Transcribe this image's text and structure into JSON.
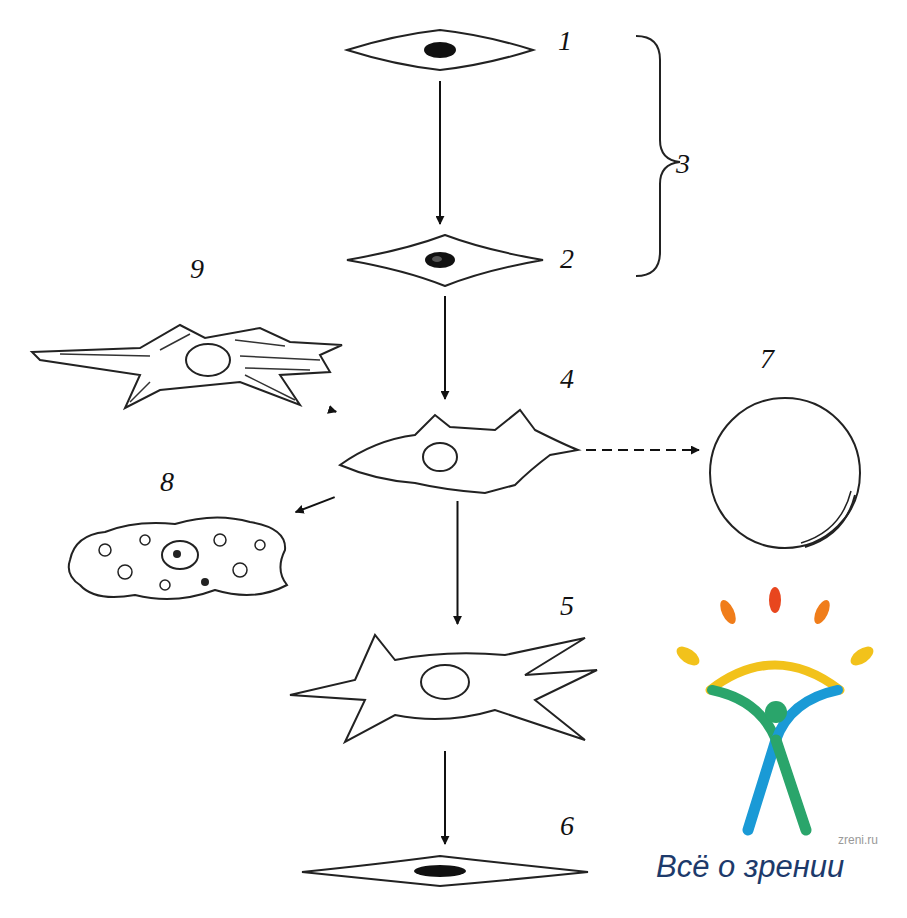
{
  "diagram": {
    "nodes": [
      {
        "text": [
          "1"
        ]
      },
      {
        "text": [
          "2"
        ]
      },
      {
        "text": [
          "9"
        ]
      },
      {
        "text": [
          "4"
        ]
      },
      {
        "text": [
          "7"
        ]
      },
      {
        "text": [
          "8"
        ]
      },
      {
        "text": [
          "5"
        ]
      },
      {
        "text": [
          "6"
        ]
      }
    ],
    "edges": [
      {
        "from": 0,
        "to": 1,
        "arrow": "to"
      },
      {
        "from": 1,
        "to": 3,
        "arrow": "to"
      },
      {
        "from": 3,
        "to": 2,
        "arrow": "to"
      },
      {
        "from": 3,
        "to": 5,
        "arrow": "to"
      },
      {
        "from": 3,
        "to": 4,
        "arrow": "to"
      },
      {
        "from": 3,
        "to": 6,
        "arrow": "to"
      },
      {
        "from": 6,
        "to": 7,
        "arrow": "to"
      }
    ],
    "labels": [
      "3",
      "zreni.ru",
      "Всё о зрении"
    ]
  }
}
